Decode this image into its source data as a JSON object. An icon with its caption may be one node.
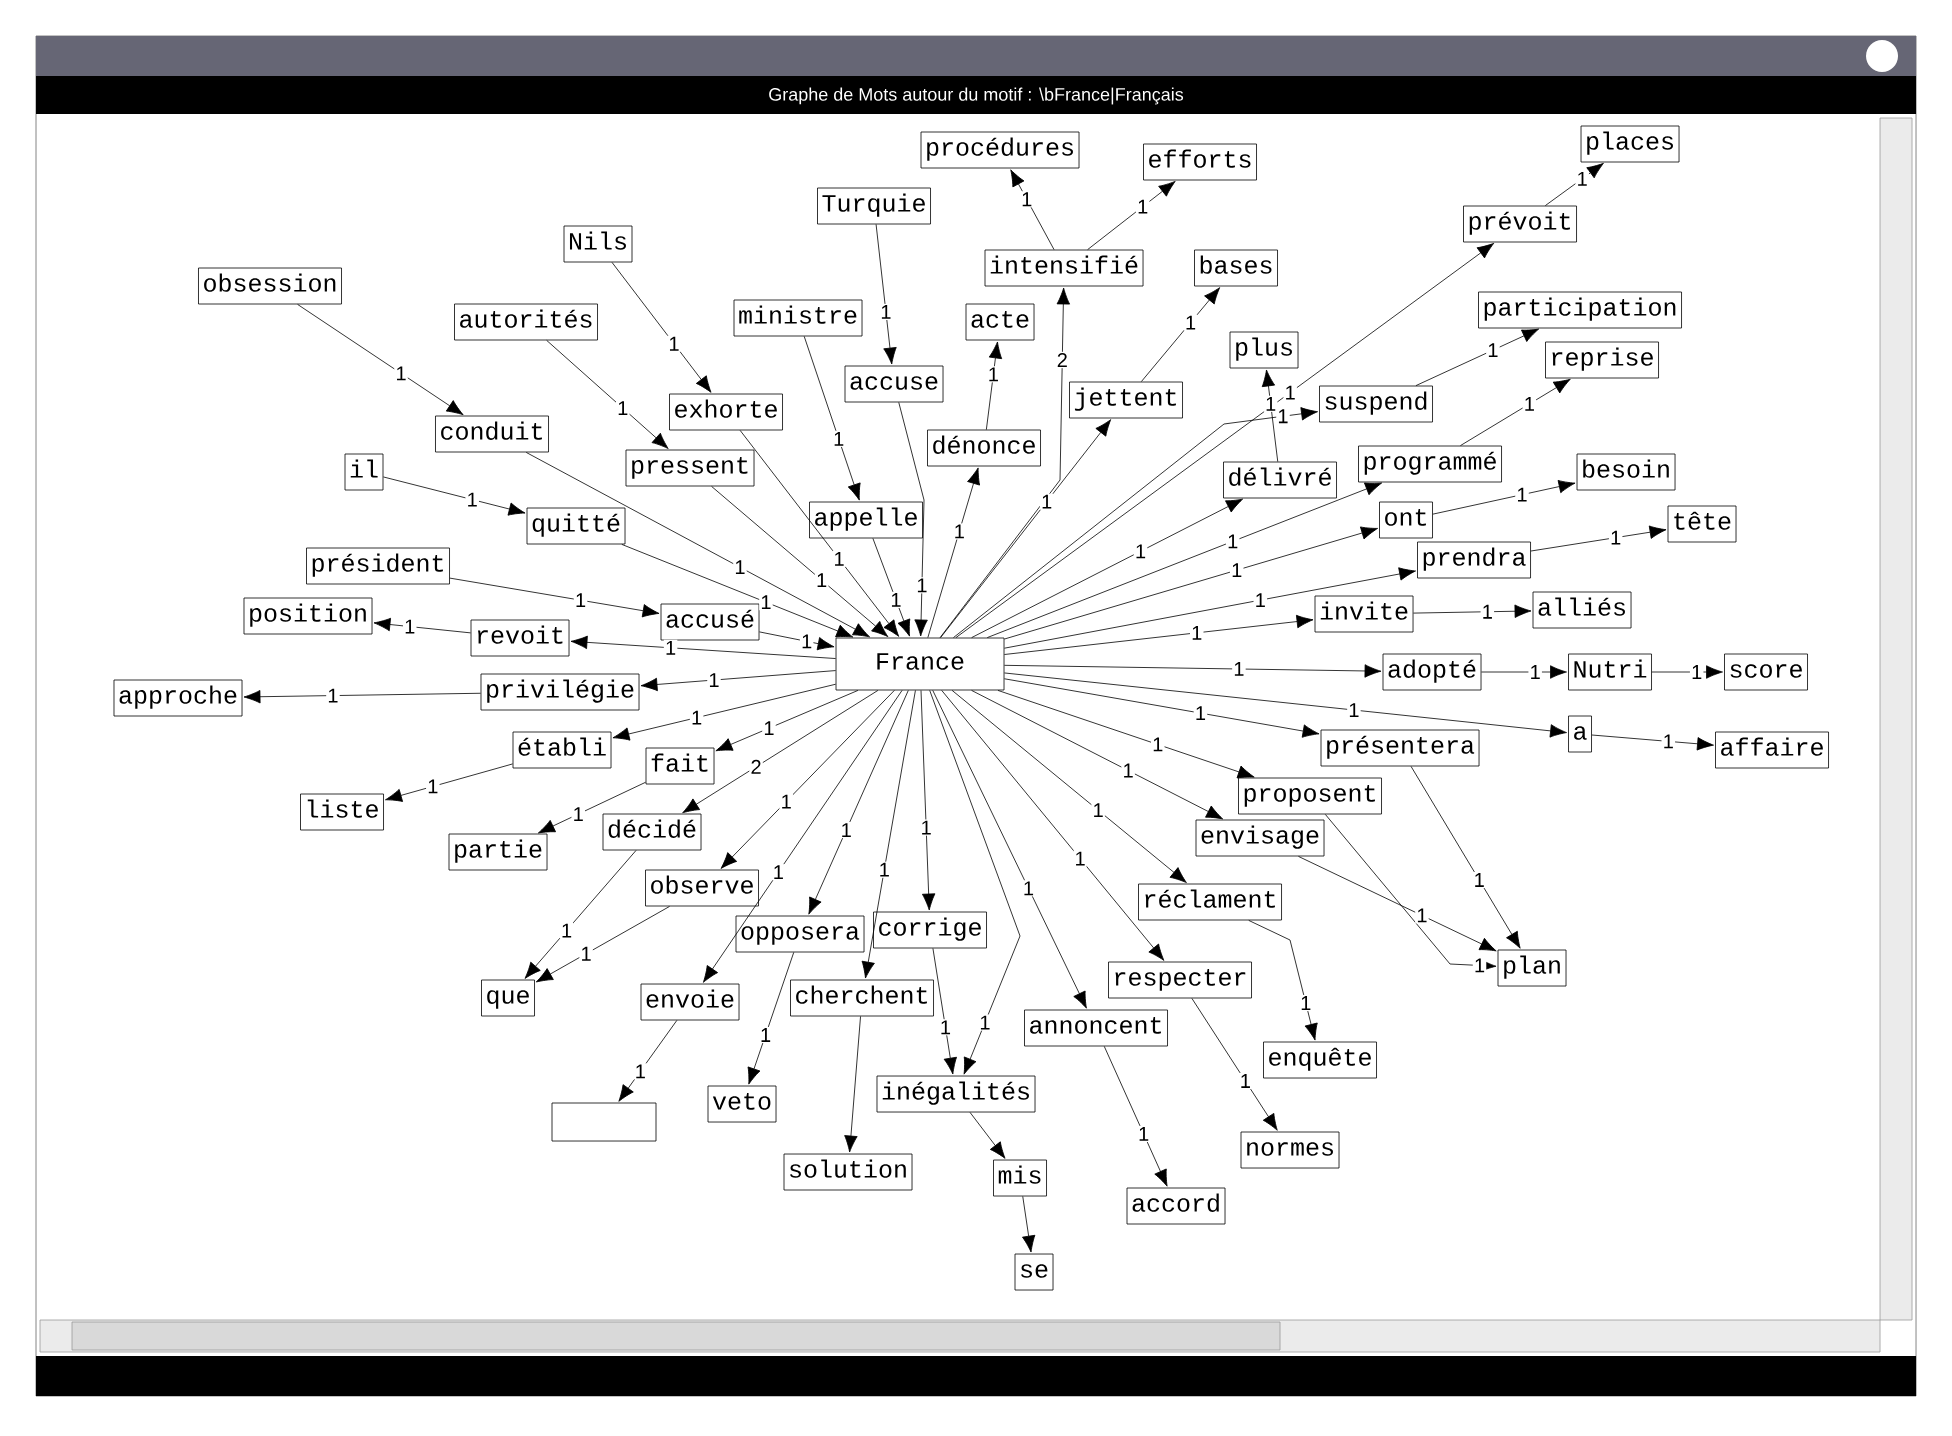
{
  "diagram": {
    "title": "Graphe de Mots autour du motif : \\bFrance|Français",
    "nodes": [
      {
        "text": [
          "France"
        ]
      },
      {
        "text": [
          "obsession"
        ]
      },
      {
        "text": [
          "conduit"
        ]
      },
      {
        "text": [
          "autorités"
        ]
      },
      {
        "text": [
          "pressent"
        ]
      },
      {
        "text": [
          "Nils"
        ]
      },
      {
        "text": [
          "exhorte"
        ]
      },
      {
        "text": [
          "il"
        ]
      },
      {
        "text": [
          "quitté"
        ]
      },
      {
        "text": [
          "président"
        ]
      },
      {
        "text": [
          "accusé"
        ]
      },
      {
        "text": [
          "ministre"
        ]
      },
      {
        "text": [
          "appelle"
        ]
      },
      {
        "text": [
          "Turquie"
        ]
      },
      {
        "text": [
          "accuse"
        ]
      },
      {
        "text": [
          "dénonce"
        ]
      },
      {
        "text": [
          "acte"
        ]
      },
      {
        "text": [
          "intensifié"
        ]
      },
      {
        "text": [
          "procédures"
        ]
      },
      {
        "text": [
          "efforts"
        ]
      },
      {
        "text": [
          "jettent"
        ]
      },
      {
        "text": [
          "bases"
        ]
      },
      {
        "text": [
          "prévoit"
        ]
      },
      {
        "text": [
          "places"
        ]
      },
      {
        "text": [
          "délivré"
        ]
      },
      {
        "text": [
          "plus"
        ]
      },
      {
        "text": [
          "suspend"
        ]
      },
      {
        "text": [
          "participation"
        ]
      },
      {
        "text": [
          "programmé"
        ]
      },
      {
        "text": [
          "reprise"
        ]
      },
      {
        "text": [
          "ont"
        ]
      },
      {
        "text": [
          "besoin"
        ]
      },
      {
        "text": [
          "prendra"
        ]
      },
      {
        "text": [
          "tête"
        ]
      },
      {
        "text": [
          "invite"
        ]
      },
      {
        "text": [
          "alliés"
        ]
      },
      {
        "text": [
          "adopté"
        ]
      },
      {
        "text": [
          "Nutri"
        ]
      },
      {
        "text": [
          "score"
        ]
      },
      {
        "text": [
          "a"
        ]
      },
      {
        "text": [
          "affaire"
        ]
      },
      {
        "text": [
          "présentera"
        ]
      },
      {
        "text": [
          "proposent"
        ]
      },
      {
        "text": [
          "envisage"
        ]
      },
      {
        "text": [
          "plan"
        ]
      },
      {
        "text": [
          "réclament"
        ]
      },
      {
        "text": [
          "respecter"
        ]
      },
      {
        "text": [
          "enquête"
        ]
      },
      {
        "text": [
          "normes"
        ]
      },
      {
        "text": [
          "annoncent"
        ]
      },
      {
        "text": [
          "accord"
        ]
      },
      {
        "text": [
          "corrige"
        ]
      },
      {
        "text": [
          "inégalités"
        ]
      },
      {
        "text": [
          "mis"
        ]
      },
      {
        "text": [
          "se"
        ]
      },
      {
        "text": [
          "cherchent"
        ]
      },
      {
        "text": [
          "solution"
        ]
      },
      {
        "text": [
          "opposera"
        ]
      },
      {
        "text": [
          "veto"
        ]
      },
      {
        "text": [
          "observe"
        ]
      },
      {
        "text": [
          "que"
        ]
      },
      {
        "text": [
          "envoie"
        ]
      },
      {
        "text": [],
        "shape": "box"
      },
      {
        "text": [
          "décidé"
        ]
      },
      {
        "text": [
          "fait"
        ]
      },
      {
        "text": [
          "partie"
        ]
      },
      {
        "text": [
          "établi"
        ]
      },
      {
        "text": [
          "liste"
        ]
      },
      {
        "text": [
          "privilégie"
        ]
      },
      {
        "text": [
          "approche"
        ]
      },
      {
        "text": [
          "revoit"
        ]
      },
      {
        "text": [
          "position"
        ]
      }
    ],
    "edges": [
      {
        "from": 1,
        "to": 2,
        "arrow": "to",
        "label": "1"
      },
      {
        "from": 2,
        "to": 0,
        "arrow": "to",
        "label": "1"
      },
      {
        "from": 3,
        "to": 4,
        "arrow": "to",
        "label": "1"
      },
      {
        "from": 4,
        "to": 0,
        "arrow": "to",
        "label": "1"
      },
      {
        "from": 5,
        "to": 6,
        "arrow": "to",
        "label": "1"
      },
      {
        "from": 6,
        "to": 0,
        "arrow": "to",
        "label": "1"
      },
      {
        "from": 7,
        "to": 8,
        "arrow": "to",
        "label": "1"
      },
      {
        "from": 8,
        "to": 0,
        "arrow": "to",
        "label": "1"
      },
      {
        "from": 9,
        "to": 10,
        "arrow": "to",
        "label": "1"
      },
      {
        "from": 10,
        "to": 0,
        "arrow": "to",
        "label": "1"
      },
      {
        "from": 11,
        "to": 12,
        "arrow": "to",
        "label": "1"
      },
      {
        "from": 12,
        "to": 0,
        "arrow": "to",
        "label": "1"
      },
      {
        "from": 13,
        "to": 14,
        "arrow": "to",
        "label": "1"
      },
      {
        "from": 14,
        "to": 0,
        "arrow": "to",
        "label": "1"
      },
      {
        "from": 0,
        "to": 15,
        "arrow": "to",
        "label": "1"
      },
      {
        "from": 15,
        "to": 16,
        "arrow": "to",
        "label": "1"
      },
      {
        "from": 0,
        "to": 17,
        "arrow": "to",
        "label": "2"
      },
      {
        "from": 17,
        "to": 18,
        "arrow": "to",
        "label": "1"
      },
      {
        "from": 17,
        "to": 19,
        "arrow": "to",
        "label": "1"
      },
      {
        "from": 0,
        "to": 20,
        "arrow": "to",
        "label": "1"
      },
      {
        "from": 20,
        "to": 21,
        "arrow": "to",
        "label": "1"
      },
      {
        "from": 0,
        "to": 22,
        "arrow": "to",
        "label": "1"
      },
      {
        "from": 22,
        "to": 23,
        "arrow": "to",
        "label": "1"
      },
      {
        "from": 0,
        "to": 24,
        "arrow": "to",
        "label": "1"
      },
      {
        "from": 24,
        "to": 25,
        "arrow": "to",
        "label": "1"
      },
      {
        "from": 0,
        "to": 26,
        "arrow": "to",
        "label": "1"
      },
      {
        "from": 26,
        "to": 27,
        "arrow": "to",
        "label": "1"
      },
      {
        "from": 0,
        "to": 28,
        "arrow": "to",
        "label": "1"
      },
      {
        "from": 28,
        "to": 29,
        "arrow": "to",
        "label": "1"
      },
      {
        "from": 0,
        "to": 30,
        "arrow": "to",
        "label": "1"
      },
      {
        "from": 30,
        "to": 31,
        "arrow": "to",
        "label": "1"
      },
      {
        "from": 0,
        "to": 32,
        "arrow": "to",
        "label": "1"
      },
      {
        "from": 32,
        "to": 33,
        "arrow": "to",
        "label": "1"
      },
      {
        "from": 0,
        "to": 34,
        "arrow": "to",
        "label": "1"
      },
      {
        "from": 34,
        "to": 35,
        "arrow": "to",
        "label": "1"
      },
      {
        "from": 0,
        "to": 36,
        "arrow": "to",
        "label": "1"
      },
      {
        "from": 36,
        "to": 37,
        "arrow": "to",
        "label": "1"
      },
      {
        "from": 37,
        "to": 38,
        "arrow": "to",
        "label": "1"
      },
      {
        "from": 0,
        "to": 39,
        "arrow": "to",
        "label": "1"
      },
      {
        "from": 39,
        "to": 40,
        "arrow": "to",
        "label": "1"
      },
      {
        "from": 0,
        "to": 41,
        "arrow": "to",
        "label": "1"
      },
      {
        "from": 41,
        "to": 44,
        "arrow": "to",
        "label": "1"
      },
      {
        "from": 0,
        "to": 42,
        "arrow": "to",
        "label": "1"
      },
      {
        "from": 42,
        "to": 44,
        "arrow": "to",
        "label": "1"
      },
      {
        "from": 0,
        "to": 43,
        "arrow": "to",
        "label": "1"
      },
      {
        "from": 43,
        "to": 44,
        "arrow": "to",
        "label": "1"
      },
      {
        "from": 0,
        "to": 45,
        "arrow": "to",
        "label": "1"
      },
      {
        "from": 45,
        "to": 47,
        "arrow": "to",
        "label": "1"
      },
      {
        "from": 0,
        "to": 46,
        "arrow": "to",
        "label": "1"
      },
      {
        "from": 46,
        "to": 48,
        "arrow": "to",
        "label": "1"
      },
      {
        "from": 0,
        "to": 49,
        "arrow": "to",
        "label": "1"
      },
      {
        "from": 49,
        "to": 50,
        "arrow": "to",
        "label": "1"
      },
      {
        "from": 0,
        "to": 51,
        "arrow": "to",
        "label": "1"
      },
      {
        "from": 51,
        "to": 52,
        "arrow": "to",
        "label": "1"
      },
      {
        "from": 0,
        "to": 52,
        "arrow": "to",
        "label": "1"
      },
      {
        "from": 52,
        "to": 53,
        "arrow": "to"
      },
      {
        "from": 53,
        "to": 54,
        "arrow": "to"
      },
      {
        "from": 0,
        "to": 55,
        "arrow": "to",
        "label": "1"
      },
      {
        "from": 55,
        "to": 56,
        "arrow": "to"
      },
      {
        "from": 0,
        "to": 57,
        "arrow": "to",
        "label": "1"
      },
      {
        "from": 57,
        "to": 58,
        "arrow": "to",
        "label": "1"
      },
      {
        "from": 0,
        "to": 59,
        "arrow": "to",
        "label": "1"
      },
      {
        "from": 59,
        "to": 60,
        "arrow": "to",
        "label": "1"
      },
      {
        "from": 0,
        "to": 61,
        "arrow": "to",
        "label": "1"
      },
      {
        "from": 61,
        "to": 62,
        "arrow": "to",
        "label": "1"
      },
      {
        "from": 0,
        "to": 63,
        "arrow": "to",
        "label": "2"
      },
      {
        "from": 63,
        "to": 60,
        "arrow": "to",
        "label": "1"
      },
      {
        "from": 0,
        "to": 64,
        "arrow": "to",
        "label": "1"
      },
      {
        "from": 64,
        "to": 65,
        "arrow": "to",
        "label": "1"
      },
      {
        "from": 0,
        "to": 66,
        "arrow": "to",
        "label": "1"
      },
      {
        "from": 66,
        "to": 67,
        "arrow": "to",
        "label": "1"
      },
      {
        "from": 0,
        "to": 68,
        "arrow": "to",
        "label": "1"
      },
      {
        "from": 68,
        "to": 69,
        "arrow": "to",
        "label": "1"
      },
      {
        "from": 0,
        "to": 70,
        "arrow": "to",
        "label": "1"
      },
      {
        "from": 70,
        "to": 71,
        "arrow": "to",
        "label": "1"
      }
    ]
  }
}
